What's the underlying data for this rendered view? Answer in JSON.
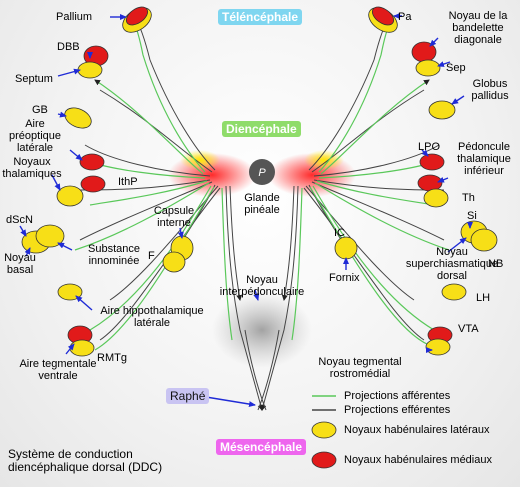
{
  "regions": {
    "telencephale": "Téléncéphale",
    "diencephale": "Diencéphale",
    "mesencephale": "Mésencéphale",
    "raphe": "Raphé"
  },
  "colors": {
    "telencephale_bg": "#7fd6f0",
    "diencephale_bg": "#8fdc6a",
    "mesencephale_bg": "#ee66ee",
    "raphe_bg": "#c9c4f2",
    "lateral_nucleus": "#f7df17",
    "medial_nucleus": "#e11a1a",
    "afferent": "#5ac85a",
    "efferent": "#444444",
    "arrow": "#1f2bd6"
  },
  "pineal_symbol": "P",
  "labels": {
    "pallium": "Pallium",
    "dbb": "DBB",
    "septum": "Septum",
    "gb": "GB",
    "aire_preoptique": [
      "Aire",
      "préoptique",
      "latérale"
    ],
    "noyaux_thalamiques": [
      "Noyaux",
      "thalamiques"
    ],
    "ithp": "IthP",
    "dscn": "dScN",
    "noyau_basal": [
      "Noyau",
      "basal"
    ],
    "substance_innominee": [
      "Substance",
      "innominée"
    ],
    "capsule_interne": [
      "Capsule",
      "interne"
    ],
    "f": "F",
    "aire_hippothalamique": [
      "Aire hippothalamique",
      "latérale"
    ],
    "rmtg": "RMTg",
    "aire_tegmentale": [
      "Aire tegmentale",
      "ventrale"
    ],
    "pa": "Pa",
    "noyau_bandelette": [
      "Noyau de la",
      "bandelette",
      "diagonale"
    ],
    "sep": "Sep",
    "globus_pallidus": [
      "Globus",
      "pallidus"
    ],
    "lpo": "LPO",
    "pedoncule": [
      "Pédoncule",
      "thalamique",
      "inférieur"
    ],
    "th": "Th",
    "si": "Si",
    "ic": "IC",
    "fornix": "Fornix",
    "noyau_suprachiasmatique": [
      "Noyau",
      "superchiasmatique",
      "dorsal"
    ],
    "nb": "NB",
    "lh": "LH",
    "vta": "VTA",
    "noyau_tegmental": [
      "Noyau tegmental",
      "rostromédial"
    ],
    "glande_pineale": [
      "Glande",
      "pinéale"
    ],
    "noyau_interpedonculaire": [
      "Noyau",
      "interpédonculaire"
    ]
  },
  "legend": {
    "afferentes": "Projections afférentes",
    "efferentes": "Projections efférentes",
    "lateraux": "Noyaux habénulaires latéraux",
    "mediaux": "Noyaux habénulaires médiaux"
  },
  "caption": [
    "Système de conduction",
    "diencéphalique dorsal (DDC)"
  ]
}
